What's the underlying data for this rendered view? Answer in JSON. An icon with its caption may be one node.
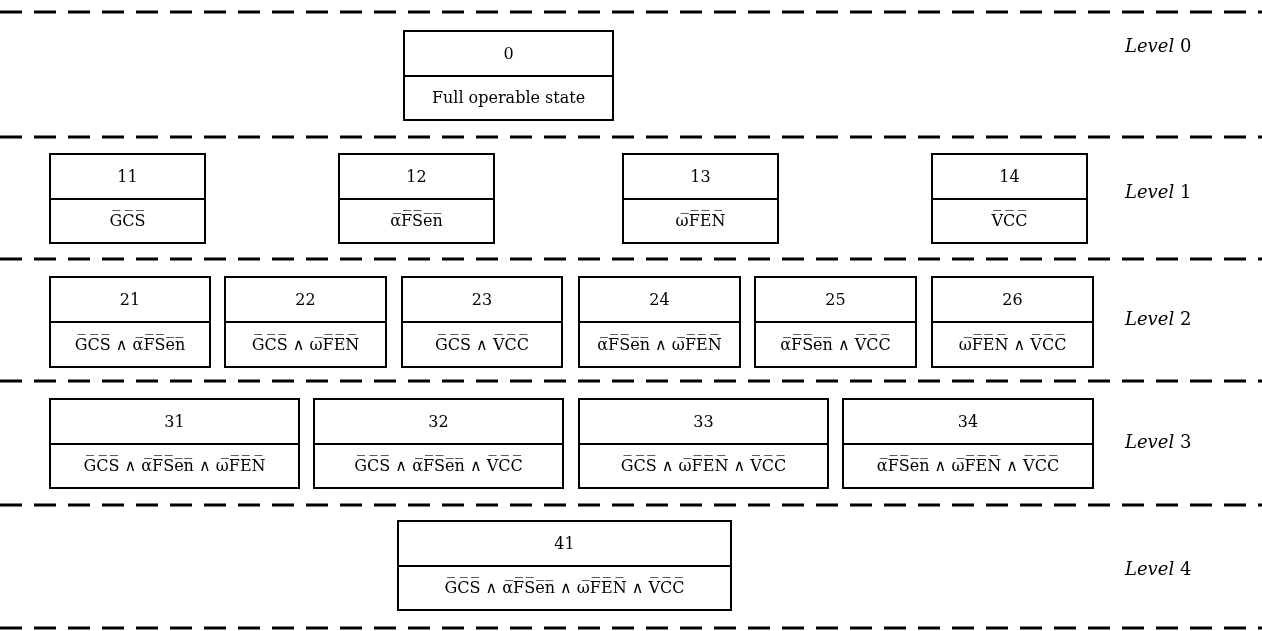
{
  "diagram": {
    "nodes": [
      {
        "text": [
          "0",
          "Full operable state"
        ]
      },
      {
        "text": [
          "11",
          "G̅C̅S̅"
        ]
      },
      {
        "text": [
          "12",
          "α̅F̅S̅e̅n̅"
        ]
      },
      {
        "text": [
          "13",
          "ω̅F̅E̅N̅"
        ]
      },
      {
        "text": [
          "14",
          "V̅C̅C̅"
        ]
      },
      {
        "text": [
          "21",
          "G̅C̅S̅ ∧ α̅F̅S̅e̅n̅"
        ]
      },
      {
        "text": [
          "22",
          "G̅C̅S̅ ∧ ω̅F̅E̅N̅"
        ]
      },
      {
        "text": [
          "23",
          "G̅C̅S̅ ∧ V̅C̅C̅"
        ]
      },
      {
        "text": [
          "24",
          "α̅F̅S̅e̅n̅ ∧ ω̅F̅E̅N̅"
        ]
      },
      {
        "text": [
          "25",
          "α̅F̅S̅e̅n̅ ∧ V̅C̅C̅"
        ]
      },
      {
        "text": [
          "26",
          "ω̅F̅E̅N̅ ∧ V̅C̅C̅"
        ]
      },
      {
        "text": [
          "31",
          "G̅C̅S̅ ∧ α̅F̅S̅e̅n̅ ∧ ω̅F̅E̅N̅"
        ]
      },
      {
        "text": [
          "32",
          "G̅C̅S̅ ∧ α̅F̅S̅e̅n̅ ∧ V̅C̅C̅"
        ]
      },
      {
        "text": [
          "33",
          "G̅C̅S̅ ∧ ω̅F̅E̅N̅ ∧ V̅C̅C̅"
        ]
      },
      {
        "text": [
          "34",
          "α̅F̅S̅e̅n̅ ∧ ω̅F̅E̅N̅ ∧ V̅C̅C̅"
        ]
      },
      {
        "text": [
          "41",
          "G̅C̅S̅ ∧ α̅F̅S̅e̅n̅ ∧ ω̅F̅E̅N̅ ∧ V̅C̅C̅"
        ]
      }
    ],
    "labels": [
      "*Level* 0",
      "*Level* 1",
      "*Level* 2",
      "*Level* 3",
      "*Level* 4"
    ]
  }
}
